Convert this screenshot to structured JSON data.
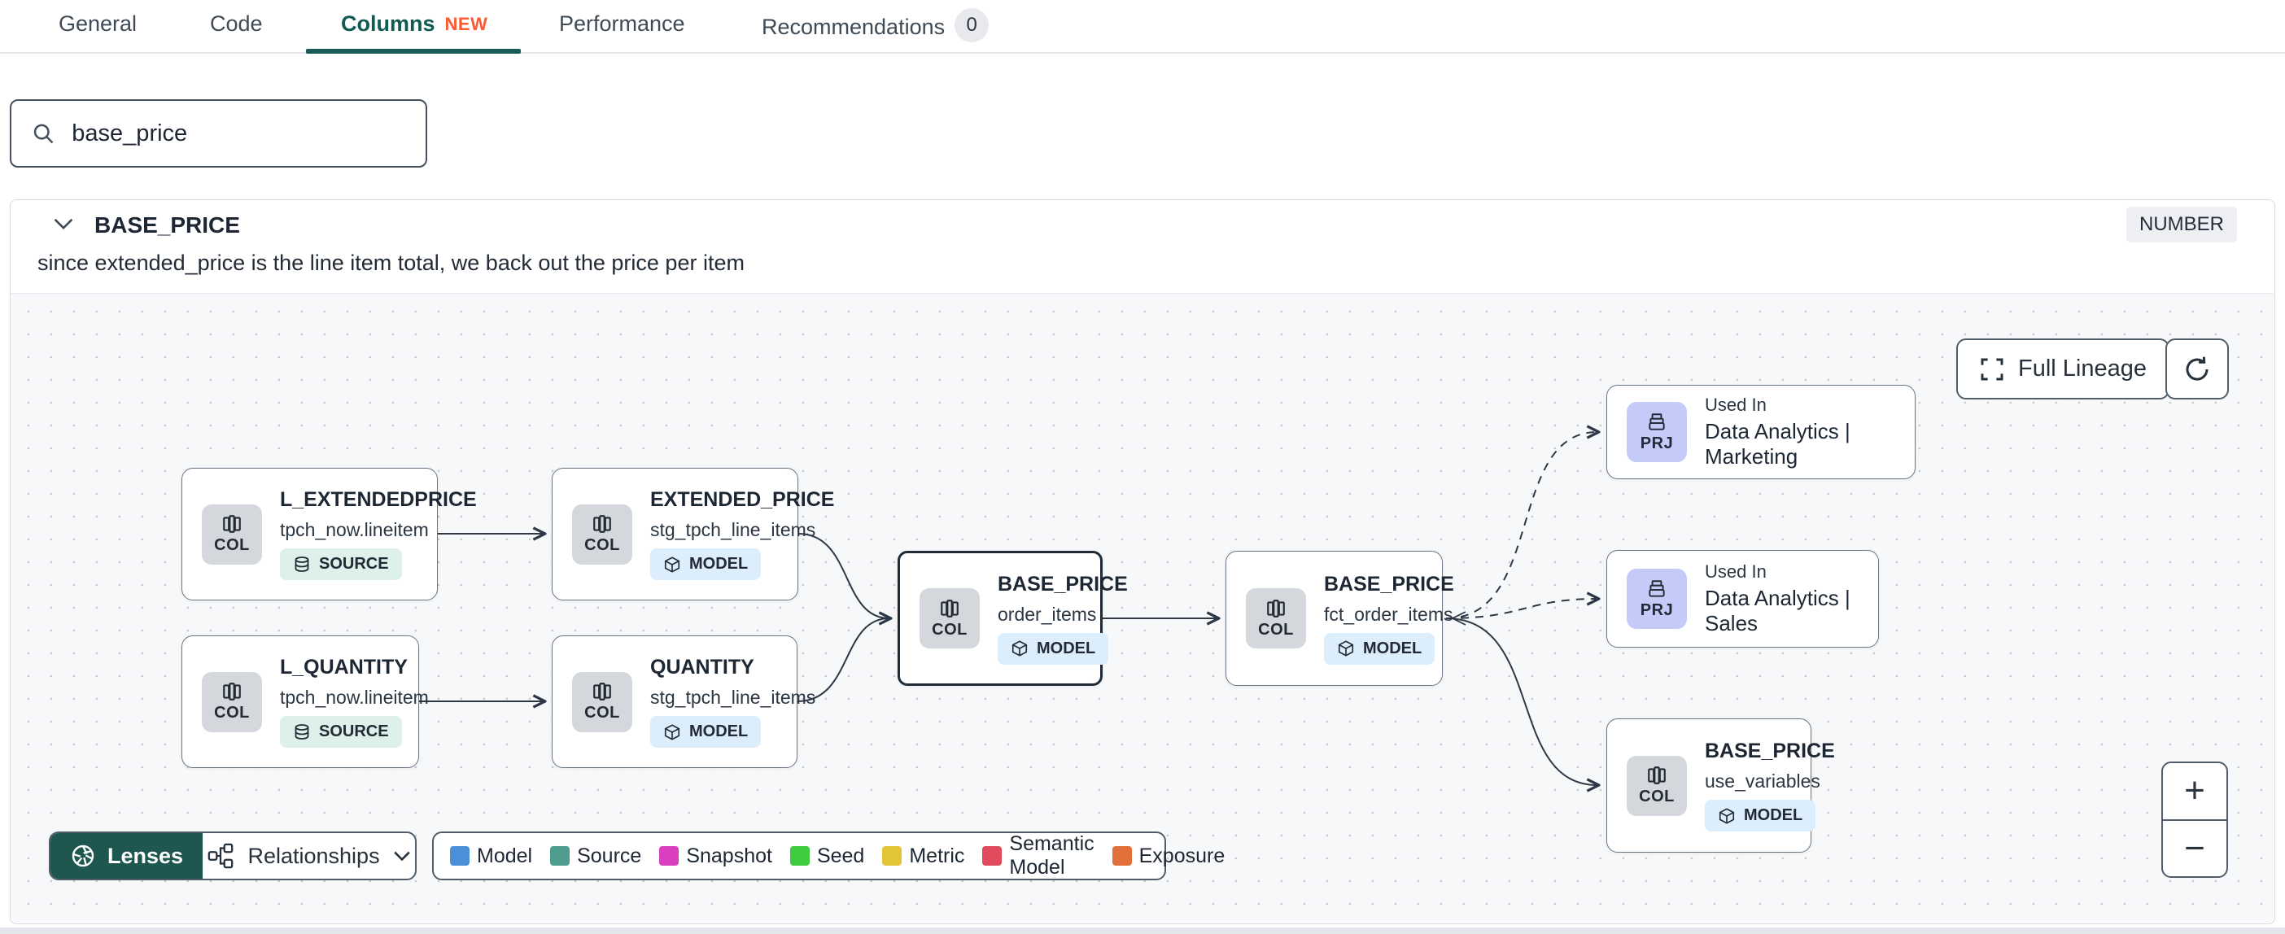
{
  "tabs": {
    "items": [
      {
        "label": "General"
      },
      {
        "label": "Code"
      },
      {
        "label": "Columns",
        "tag": "NEW"
      },
      {
        "label": "Performance"
      },
      {
        "label": "Recommendations",
        "count": "0"
      }
    ]
  },
  "search": {
    "value": "base_price"
  },
  "column": {
    "name": "BASE_PRICE",
    "type": "NUMBER",
    "description": "since extended_price is the line item total, we back out the price per item"
  },
  "lineage": {
    "full_lineage_label": "Full Lineage",
    "zoom_in": "+",
    "zoom_out": "−",
    "toolbar": {
      "lenses": "Lenses",
      "relationships": "Relationships"
    },
    "legend": [
      {
        "label": "Model",
        "color": "#4a90d9"
      },
      {
        "label": "Source",
        "color": "#4e9b90"
      },
      {
        "label": "Snapshot",
        "color": "#d93fc0"
      },
      {
        "label": "Seed",
        "color": "#3ecc3e"
      },
      {
        "label": "Metric",
        "color": "#e2c437"
      },
      {
        "label": "Semantic Model",
        "color": "#e24b5e"
      },
      {
        "label": "Exposure",
        "color": "#e1703b"
      }
    ],
    "nodes": [
      {
        "chip": "COL",
        "title": "L_EXTENDEDPRICE",
        "subtitle": "tpch_now.lineitem",
        "badge": "SOURCE"
      },
      {
        "chip": "COL",
        "title": "L_QUANTITY",
        "subtitle": "tpch_now.lineitem",
        "badge": "SOURCE"
      },
      {
        "chip": "COL",
        "title": "EXTENDED_PRICE",
        "subtitle": "stg_tpch_line_items",
        "badge": "MODEL"
      },
      {
        "chip": "COL",
        "title": "QUANTITY",
        "subtitle": "stg_tpch_line_items",
        "badge": "MODEL"
      },
      {
        "chip": "COL",
        "title": "BASE_PRICE",
        "subtitle": "order_items",
        "badge": "MODEL"
      },
      {
        "chip": "COL",
        "title": "BASE_PRICE",
        "subtitle": "fct_order_items",
        "badge": "MODEL"
      },
      {
        "chip": "PRJ",
        "eyebrow": "Used In",
        "title": "Data Analytics | Marketing"
      },
      {
        "chip": "PRJ",
        "eyebrow": "Used In",
        "title": "Data Analytics | Sales"
      },
      {
        "chip": "COL",
        "title": "BASE_PRICE",
        "subtitle": "use_variables",
        "badge": "MODEL"
      }
    ]
  }
}
